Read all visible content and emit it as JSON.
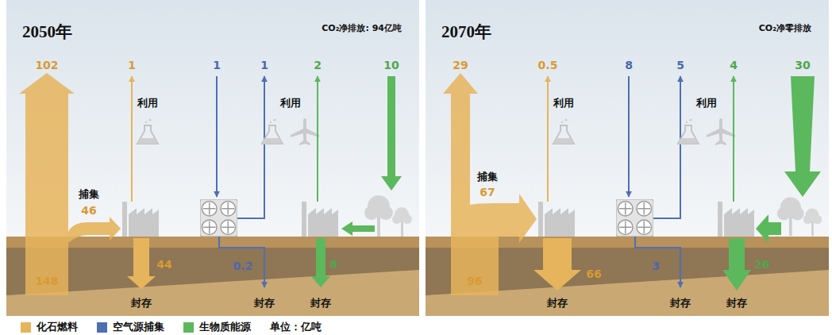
{
  "diagram": {
    "nodes": [
      {
        "text": [
          "2050年",
          "CO₂净排放: 94亿吨"
        ]
      },
      {
        "text": [
          "2070年",
          "CO₂净零排放"
        ]
      }
    ],
    "labels": [
      "102",
      "1",
      "1",
      "1",
      "2",
      "10",
      "利用",
      "利用",
      "捕集",
      "46",
      "148",
      "44",
      "0.2",
      "8",
      "封存",
      "封存",
      "封存",
      "29",
      "0.5",
      "8",
      "5",
      "4",
      "30",
      "利用",
      "利用",
      "捕集",
      "67",
      "96",
      "66",
      "3",
      "26",
      "封存",
      "封存",
      "封存",
      "单位：亿吨"
    ],
    "legend": [
      {
        "text": "化石燃料",
        "color": "#e6b45c"
      },
      {
        "text": "空气源捕集",
        "color": "#4f6fb3"
      },
      {
        "text": "生物质能源",
        "color": "#5cb85c"
      }
    ]
  }
}
